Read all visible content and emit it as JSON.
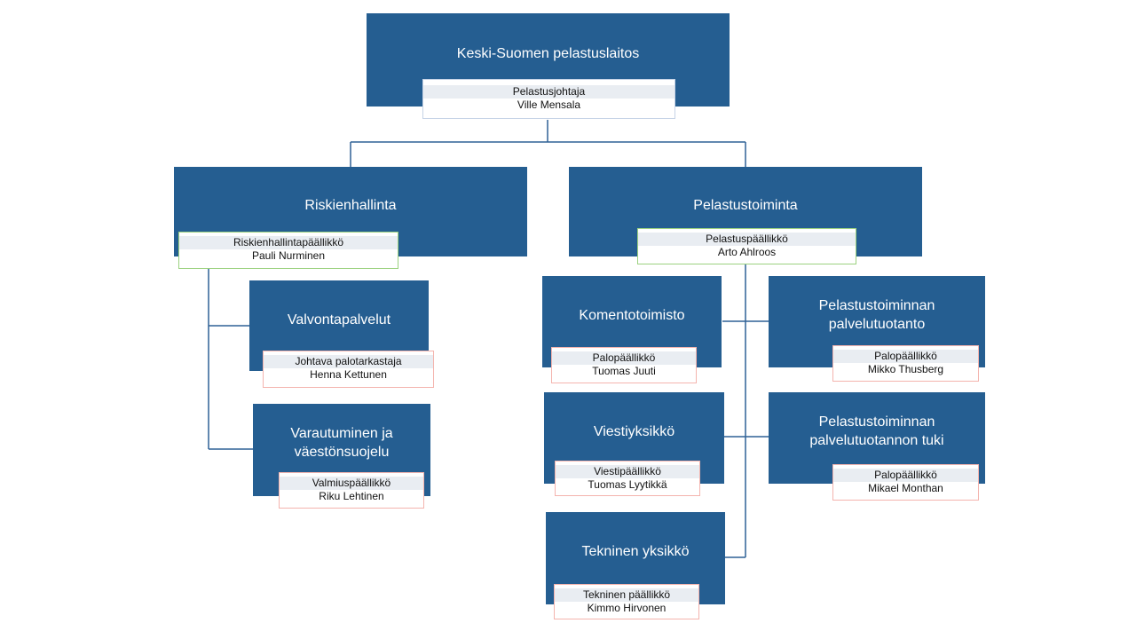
{
  "org": {
    "root": {
      "title": "Keski-Suomen pelastuslaitos",
      "role": "Pelastusjohtaja",
      "person": "Ville Mensala"
    },
    "riskienhallinta": {
      "title": "Riskienhallinta",
      "role": "Riskienhallintapäällikkö",
      "person": "Pauli Nurminen"
    },
    "pelastustoiminta": {
      "title": "Pelastustoiminta",
      "role": "Pelastuspäällikkö",
      "person": "Arto Ahlroos"
    },
    "valvontapalvelut": {
      "title": "Valvontapalvelut",
      "role": "Johtava palotarkastaja",
      "person": "Henna  Kettunen"
    },
    "varautuminen": {
      "title_line1": "Varautuminen ja",
      "title_line2": "väestönsuojelu",
      "role": "Valmiuspäällikkö",
      "person": "Riku Lehtinen"
    },
    "komentotoimisto": {
      "title": "Komentotoimisto",
      "role": "Palopäällikkö",
      "person": "Tuomas Juuti"
    },
    "viestiyksikko": {
      "title": "Viestiyksikkö",
      "role": "Viestipäällikkö",
      "person": "Tuomas  Lyytikkä"
    },
    "tekninen": {
      "title": "Tekninen yksikkö",
      "role": "Tekninen päällikkö",
      "person": "Kimmo Hirvonen"
    },
    "palvelutuotanto": {
      "title_line1": "Pelastustoiminnan",
      "title_line2": "palvelutuotanto",
      "role": "Palopäällikkö",
      "person": "Mikko Thusberg"
    },
    "palvelutuotannon_tuki": {
      "title_line1": "Pelastustoiminnan",
      "title_line2": "palvelutuotannon tuki",
      "role": "Palopäällikkö",
      "person": "Mikael Monthan"
    }
  },
  "colors": {
    "box_fill": "#255e91",
    "connector": "#2f6196",
    "card_band": "#e9edf2",
    "border_green": "#9bd17f",
    "border_pink": "#f4b4ae"
  }
}
